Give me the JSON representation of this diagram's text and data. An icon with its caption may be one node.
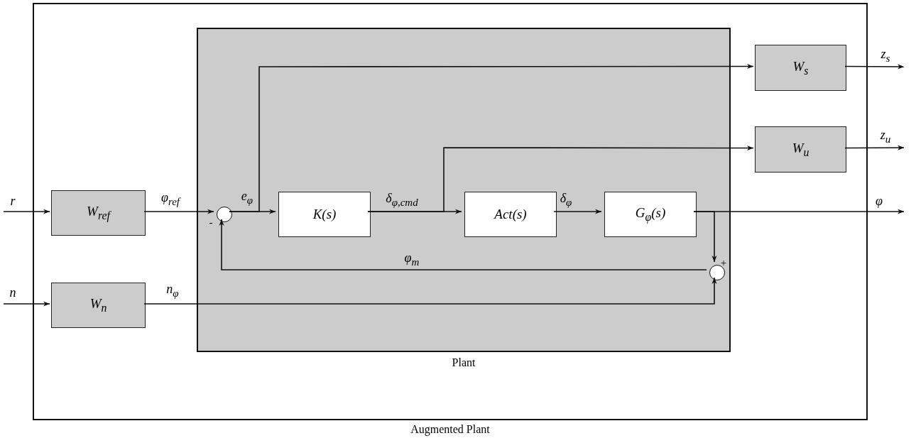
{
  "diagram": {
    "nodes": [
      {
        "text": [
          "Augmented Plant"
        ]
      },
      {
        "text": [
          "Plant"
        ],
        "in": 0
      },
      {
        "text": [
          "W$_{ref}$"
        ],
        "in": 0
      },
      {
        "text": [
          "W$_{n}$"
        ],
        "in": 0
      },
      {
        "text": [],
        "shape": "circle",
        "in": 1
      },
      {
        "text": [
          "K(s)"
        ],
        "in": 1
      },
      {
        "text": [
          "Act(s)"
        ],
        "in": 1
      },
      {
        "text": [
          "G$_{φ}$(s)"
        ],
        "in": 1
      },
      {
        "text": [],
        "shape": "circle",
        "in": 1
      },
      {
        "text": [
          "W$_{s}$"
        ],
        "in": 0
      },
      {
        "text": [
          "W$_{u}$"
        ],
        "in": 0
      }
    ],
    "edges": [
      {
        "from": null,
        "to": 2,
        "arrow": "to",
        "label": "r"
      },
      {
        "from": null,
        "to": 3,
        "arrow": "to",
        "label": "n"
      },
      {
        "from": 2,
        "to": 4,
        "arrow": "to",
        "label": "φ$_{ref}$"
      },
      {
        "from": 3,
        "to": 8,
        "arrow": "to",
        "label": "n$_{φ}$"
      },
      {
        "from": 4,
        "to": 5,
        "arrow": "to",
        "label": "e$_{φ}$"
      },
      {
        "from": 4,
        "to": 9,
        "arrow": "to"
      },
      {
        "from": 5,
        "to": 6,
        "arrow": "to",
        "label": "δ$_{φ,cmd}$"
      },
      {
        "from": 5,
        "to": 10,
        "arrow": "to"
      },
      {
        "from": 6,
        "to": 7,
        "arrow": "to",
        "label": "δ$_{φ}$"
      },
      {
        "from": 7,
        "to": null,
        "arrow": "to",
        "label": "φ"
      },
      {
        "from": 7,
        "to": 8,
        "arrow": "to"
      },
      {
        "from": 8,
        "to": 4,
        "arrow": "to",
        "label": "φ$_{m}$"
      },
      {
        "from": 9,
        "to": null,
        "arrow": "to",
        "label": "z$_{s}$"
      },
      {
        "from": 10,
        "to": null,
        "arrow": "to",
        "label": "z$_{u}$"
      }
    ],
    "labels": [
      "-",
      "+"
    ]
  }
}
